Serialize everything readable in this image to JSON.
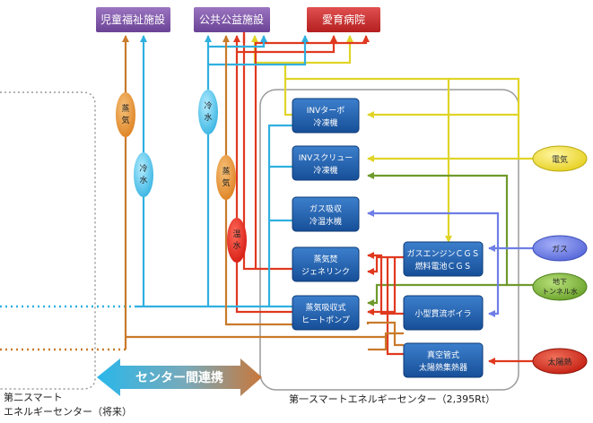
{
  "facilities": {
    "children": "児童福祉施設",
    "public": "公共公益施設",
    "hospital": "愛育病院"
  },
  "equipment": {
    "inv_turbo": [
      "INVターボ",
      "冷凍機"
    ],
    "inv_screw": [
      "INVスクリュー",
      "冷凍機"
    ],
    "gas_absorption": [
      "ガス吸収",
      "冷温水機"
    ],
    "steam_genelink": [
      "蒸気焚",
      "ジェネリンク"
    ],
    "steam_heatpump": [
      "蒸気吸収式",
      "ヒートポンプ"
    ],
    "gas_cgs": [
      "ガスエンジンＣＧＳ",
      "燃料電池ＣＧＳ"
    ],
    "boiler": [
      "小型貫流ボイラ"
    ],
    "solar": [
      "真空管式",
      "太陽熱集熱器"
    ]
  },
  "sources": {
    "electricity": "電気",
    "gas": "ガス",
    "tunnel_water": [
      "地下",
      "トンネル水"
    ],
    "solar_heat": "太陽熱"
  },
  "medium_labels": {
    "steam_left": [
      "蒸",
      "気"
    ],
    "cold_left": [
      "冷",
      "水"
    ],
    "cold_mid": [
      "冷",
      "水"
    ],
    "steam_mid": [
      "蒸",
      "気"
    ],
    "hot_mid": [
      "温",
      "水"
    ]
  },
  "banner": "センター間連携",
  "center1_label": "第一スマートエネルギーセンター（2,395Rt）",
  "center2_label": [
    "第二スマート",
    "エネルギーセンター（将来）"
  ],
  "colors": {
    "purple": "#7b4fa3",
    "red_box": "#cc2a2a",
    "blue_box": "#1f5fad",
    "yellow_line": "#e0d428",
    "green_line": "#6f9a2c",
    "blue_line": "#6e7ee6",
    "cyan_line": "#2fb0e0",
    "orange_line": "#c97a2b",
    "red_line": "#e0391f"
  }
}
